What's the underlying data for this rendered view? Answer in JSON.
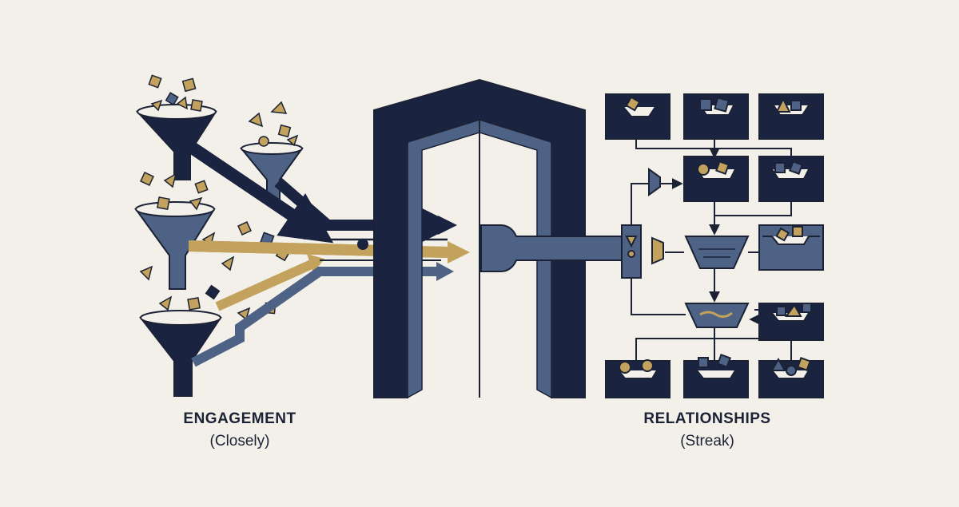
{
  "colors": {
    "background": "#f3f0e9",
    "navy": "#1a2340",
    "slate": "#4d6285",
    "gold": "#c2a25c",
    "line": "#1c2236"
  },
  "captions": {
    "left_title": "ENGAGEMENT",
    "left_sub": "(Closely)",
    "right_title": "RELATIONSHIPS",
    "right_sub": "(Streak)"
  },
  "icons": {
    "funnels": [
      "funnel-icon",
      "funnel-icon",
      "funnel-icon",
      "funnel-icon"
    ],
    "gateway": "gateway-arch-icon",
    "bins": "container-bin-icon",
    "filters": "filter-hopper-icon"
  }
}
